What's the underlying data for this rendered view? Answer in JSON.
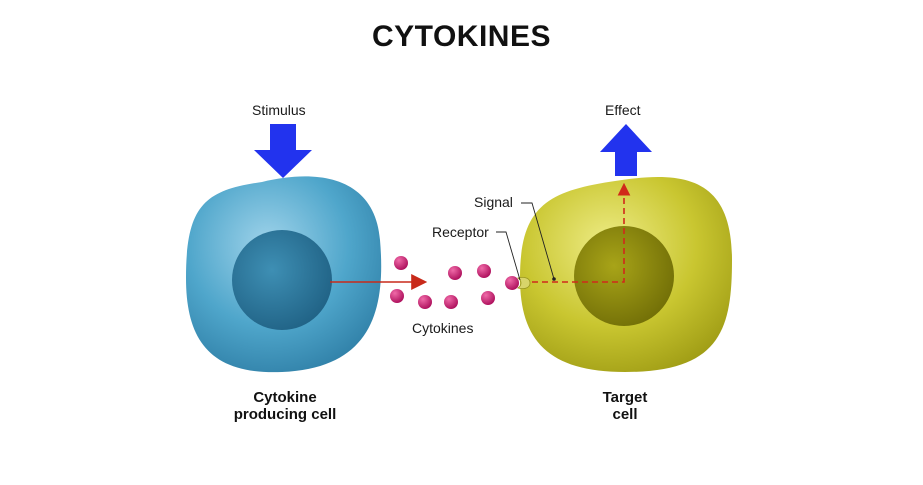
{
  "title": "CYTOKINES",
  "labels": {
    "stimulus": "Stimulus",
    "effect": "Effect",
    "signal": "Signal",
    "receptor": "Receptor",
    "cytokines": "Cytokines"
  },
  "cells": {
    "producing": {
      "line1": "Cytokine",
      "line2": "producing cell",
      "color": "#4ba3c7"
    },
    "target": {
      "line1": "Target",
      "line2": "cell",
      "color": "#c9c72b"
    }
  },
  "colors": {
    "arrow": "#2233ee",
    "cytokine": "#c21a6f",
    "signal_path": "#d02a1a"
  }
}
